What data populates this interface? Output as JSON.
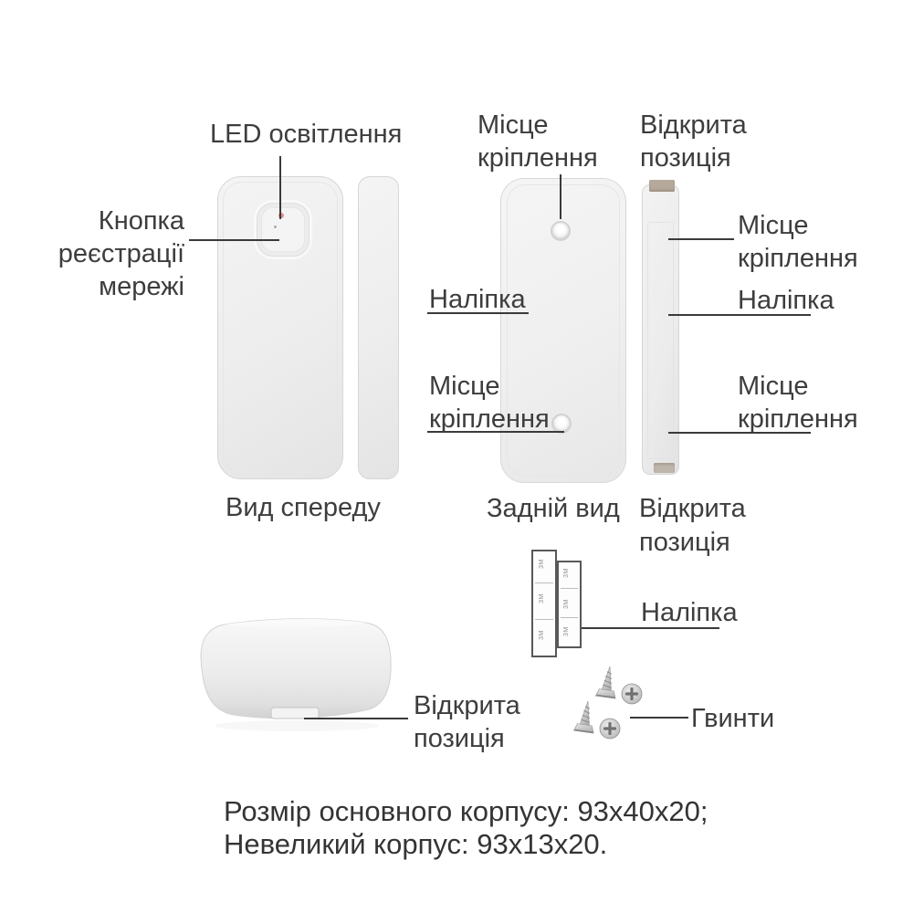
{
  "colors": {
    "background": "#ffffff",
    "text": "#3d3d3d",
    "pointer_line": "#3a3a3a",
    "device_fill": "#ededed",
    "device_border": "#d6d6d6",
    "led_dot": "#d98f8f",
    "mount_clip": "#b5a99c"
  },
  "front_view": {
    "led_label": "LED освітлення",
    "button_label_lines": [
      "Кнопка",
      "реєстрації",
      "мережі"
    ],
    "caption": "Вид спереду"
  },
  "back_view": {
    "mount_top_lines": [
      "Місце",
      "кріплення"
    ],
    "sticker_label": "Наліпка",
    "mount_bottom_lines": [
      "Місце",
      "кріплення"
    ],
    "caption": "Задній вид"
  },
  "open_view": {
    "title_lines": [
      "Відкрита",
      "позиція"
    ],
    "mount_top_lines": [
      "Місце",
      "кріплення"
    ],
    "sticker_label": "Наліпка",
    "mount_bottom_lines": [
      "Місце",
      "кріплення"
    ],
    "caption_lines": [
      "Відкрита",
      "позиція"
    ]
  },
  "bottom_view": {
    "open_label_lines": [
      "Відкрита",
      "позиція"
    ]
  },
  "accessories": {
    "sticker_label": "Наліпка",
    "screws_label": "Гвинти",
    "strip_mark": "3M"
  },
  "dimensions": {
    "line1": "Розмір основного корпусу: 93x40x20;",
    "line2": "Невеликий корпус: 93x13x20."
  }
}
